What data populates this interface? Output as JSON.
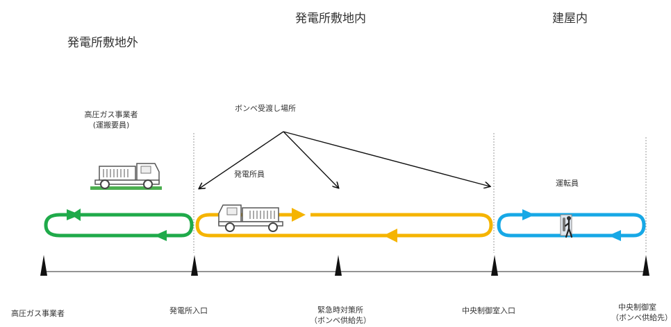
{
  "zones": {
    "outside": "発電所敷地外",
    "inside": "発電所敷地内",
    "building": "建屋内"
  },
  "roles": {
    "gas_supplier_line1": "高圧ガス事業者",
    "gas_supplier_line2": "(運搬要員)",
    "handover_place": "ボンベ受渡し場所",
    "plant_staff": "発電所員",
    "operator": "運転員"
  },
  "stations": {
    "s1": {
      "line1": "高圧ガス事業者",
      "line2": ""
    },
    "s2": {
      "line1": "発電所入口",
      "line2": ""
    },
    "s3": {
      "line1": "緊急時対策所",
      "line2": "（ボンベ供給先）"
    },
    "s4": {
      "line1": "中央制御室入口",
      "line2": ""
    },
    "s5": {
      "line1": "中央制御室",
      "line2": "（ボンベ供給先）"
    }
  },
  "colors": {
    "green": "#1faa4a",
    "yellow": "#f5b400",
    "blue": "#17a8e6",
    "line": "#555555",
    "ground": "#4caf50"
  },
  "icons": [
    "truck-icon",
    "worker-icon"
  ]
}
